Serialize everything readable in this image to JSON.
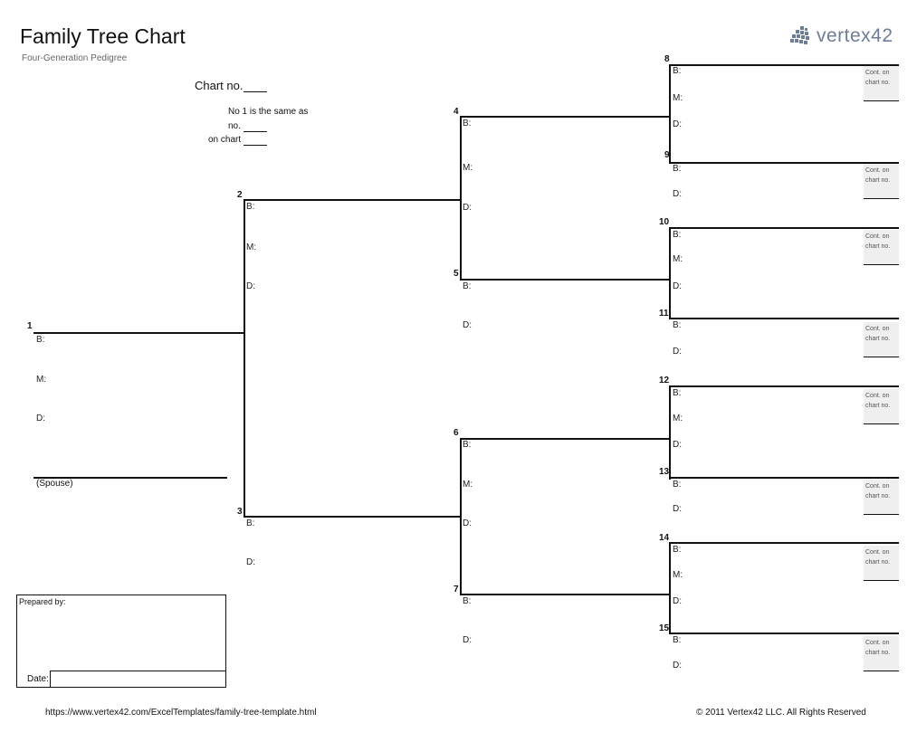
{
  "header": {
    "title": "Family Tree Chart",
    "subtitle": "Four-Generation Pedigree",
    "logo_text": "vertex42"
  },
  "chart_info": {
    "chart_no_label": "Chart no.",
    "same_as_line": "No 1 is the same as",
    "no_label": "no.",
    "on_chart_label": "on chart"
  },
  "fields": {
    "born": "B:",
    "married": "M:",
    "died": "D:",
    "spouse": "(Spouse)"
  },
  "persons": [
    "1",
    "2",
    "3",
    "4",
    "5",
    "6",
    "7",
    "8",
    "9",
    "10",
    "11",
    "12",
    "13",
    "14",
    "15"
  ],
  "continued": {
    "line1": "Cont. on",
    "line2": "chart no."
  },
  "prepared": {
    "prepared_by": "Prepared by:",
    "date": "Date:"
  },
  "footer": {
    "url": "https://www.vertex42.com/ExcelTemplates/family-tree-template.html",
    "copyright": "© 2011 Vertex42 LLC. All Rights Reserved"
  },
  "colors": {
    "line": "#111111",
    "cont_bg": "#efefef",
    "logo": "#6d7d95"
  }
}
